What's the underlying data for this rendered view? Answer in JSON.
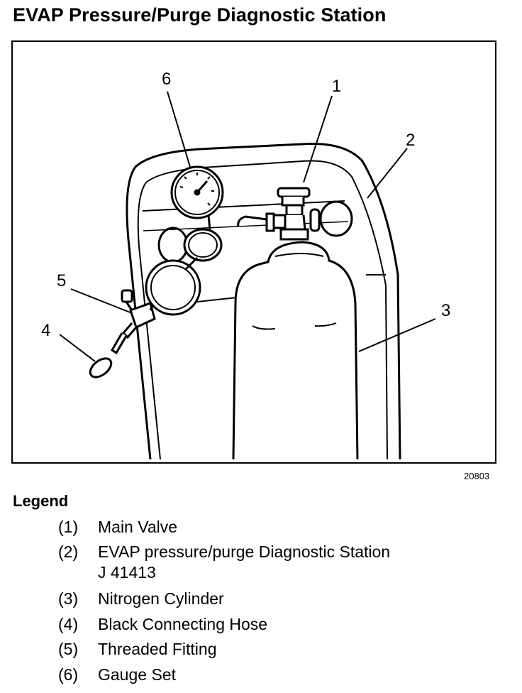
{
  "title": "EVAP Pressure/Purge Diagnostic Station",
  "figure_id": "20803",
  "callouts": [
    "1",
    "2",
    "3",
    "4",
    "5",
    "6"
  ],
  "legend": {
    "heading": "Legend",
    "items": [
      {
        "num": "(1)",
        "label": "Main Valve"
      },
      {
        "num": "(2)",
        "label": "EVAP pressure/purge Diagnostic Station",
        "label2": "J 41413"
      },
      {
        "num": "(3)",
        "label": "Nitrogen Cylinder"
      },
      {
        "num": "(4)",
        "label": "Black Connecting Hose"
      },
      {
        "num": "(5)",
        "label": "Threaded Fitting"
      },
      {
        "num": "(6)",
        "label": "Gauge Set"
      }
    ]
  }
}
